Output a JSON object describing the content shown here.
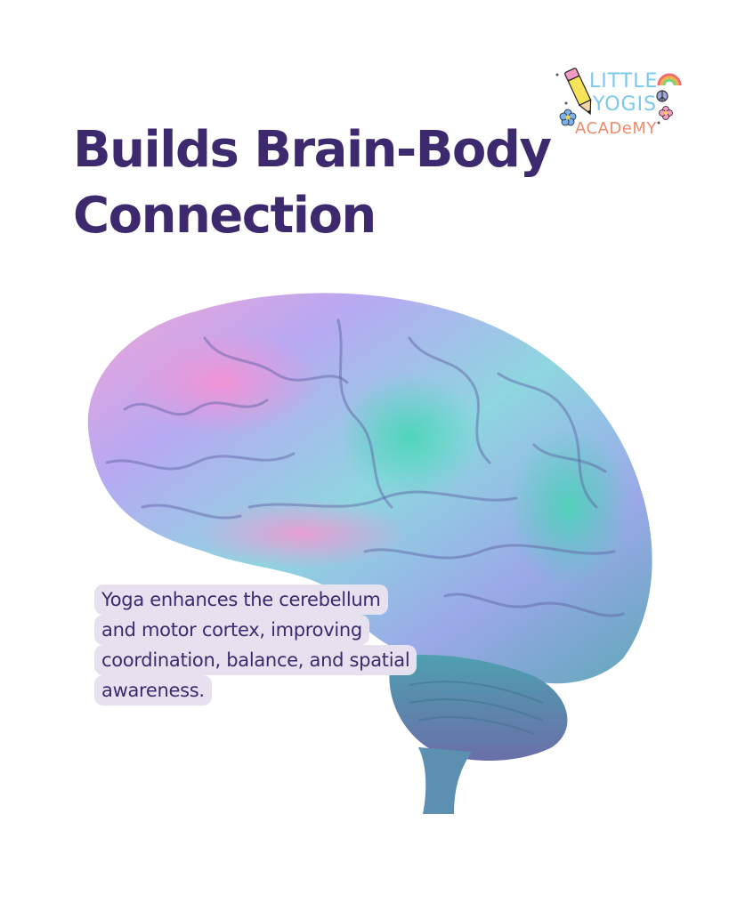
{
  "logo": {
    "line1": "LITTLE",
    "line2": "YOGIS",
    "line3": "ACADeMY",
    "colors": {
      "little": "#7cc8ee",
      "yogis": "#7cc8ee",
      "academy": "#f08a6a"
    }
  },
  "header": {
    "title_line1": "Builds Brain-Body",
    "title_line2": "Connection",
    "title_color": "#3d2a6e"
  },
  "illustration": {
    "subject": "colorful-human-brain",
    "palette": [
      "#a9a6f0",
      "#f59fd2",
      "#5fd7c6",
      "#6a9bc2",
      "#c7b6f2"
    ]
  },
  "callout": {
    "lines": [
      "Yoga enhances the cerebellum",
      "and motor cortex, improving",
      "coordination, balance, and spatial",
      "awareness."
    ],
    "background": "#e6e1ee",
    "text_color": "#3d2a6e"
  }
}
